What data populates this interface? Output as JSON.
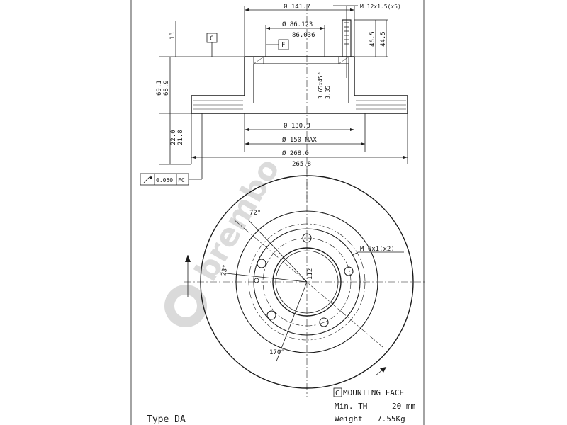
{
  "top_view": {
    "diameters": {
      "d141": "Ø 141.7",
      "d86a": "Ø 86.123",
      "d86b": "86.036",
      "d130": "Ø 130.3",
      "d150": "Ø 150 MAX",
      "d268": "Ø 268.0",
      "d265": "265.8"
    },
    "thread_top": "M 12x1.5(x5)",
    "heights": {
      "h13": "13",
      "h69a": "69.1",
      "h69b": "68.9",
      "h22a": "22.0",
      "h21": "21.8",
      "h46": "46.5",
      "h44": "44.5",
      "h365": "3.65x45°",
      "h335": "3.35"
    },
    "datum_c": "C",
    "datum_f": "F",
    "runout_value": "0.050",
    "runout_ref": "FC"
  },
  "front_view": {
    "angle_72": "72°",
    "angle_23": "23°",
    "angle_170": "170°",
    "pcd": "112",
    "thread_holes": "M 6x1(x2)"
  },
  "notes": {
    "c_box": "C",
    "mounting_face": "MOUNTING FACE",
    "min_th_label": "Min. TH",
    "min_th_value": "20 mm",
    "weight_label": "Weight",
    "weight_value": "7.55Kg",
    "type": "Type DA"
  },
  "watermark": {
    "text": "brembo"
  }
}
